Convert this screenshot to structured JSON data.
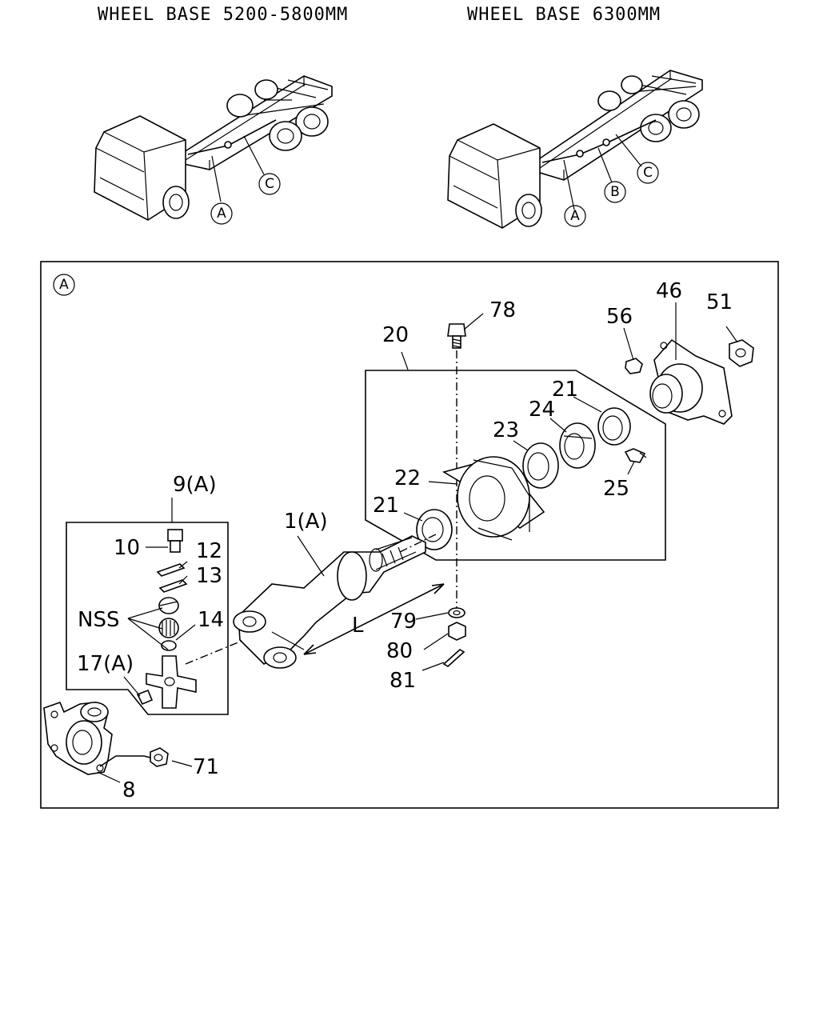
{
  "headers": {
    "left": "WHEEL BASE 5200-5800MM",
    "right": "WHEEL BASE 6300MM"
  },
  "truck_left": {
    "callouts": [
      "A",
      "C"
    ]
  },
  "truck_right": {
    "callouts": [
      "A",
      "B",
      "C"
    ]
  },
  "detail": {
    "view_callout": "A",
    "part_labels": {
      "p78": "78",
      "p20": "20",
      "p46": "46",
      "p51": "51",
      "p56": "56",
      "p21a": "21",
      "p21b": "21",
      "p23": "23",
      "p24": "24",
      "p22": "22",
      "p25": "25",
      "p9": "9(A)",
      "p1": "1(A)",
      "p10": "10",
      "p12": "12",
      "p13": "13",
      "p14": "14",
      "nss": "NSS",
      "p17": "17(A)",
      "pL": "L",
      "p79": "79",
      "p80": "80",
      "p81": "81",
      "p71": "71",
      "p8": "8"
    }
  }
}
